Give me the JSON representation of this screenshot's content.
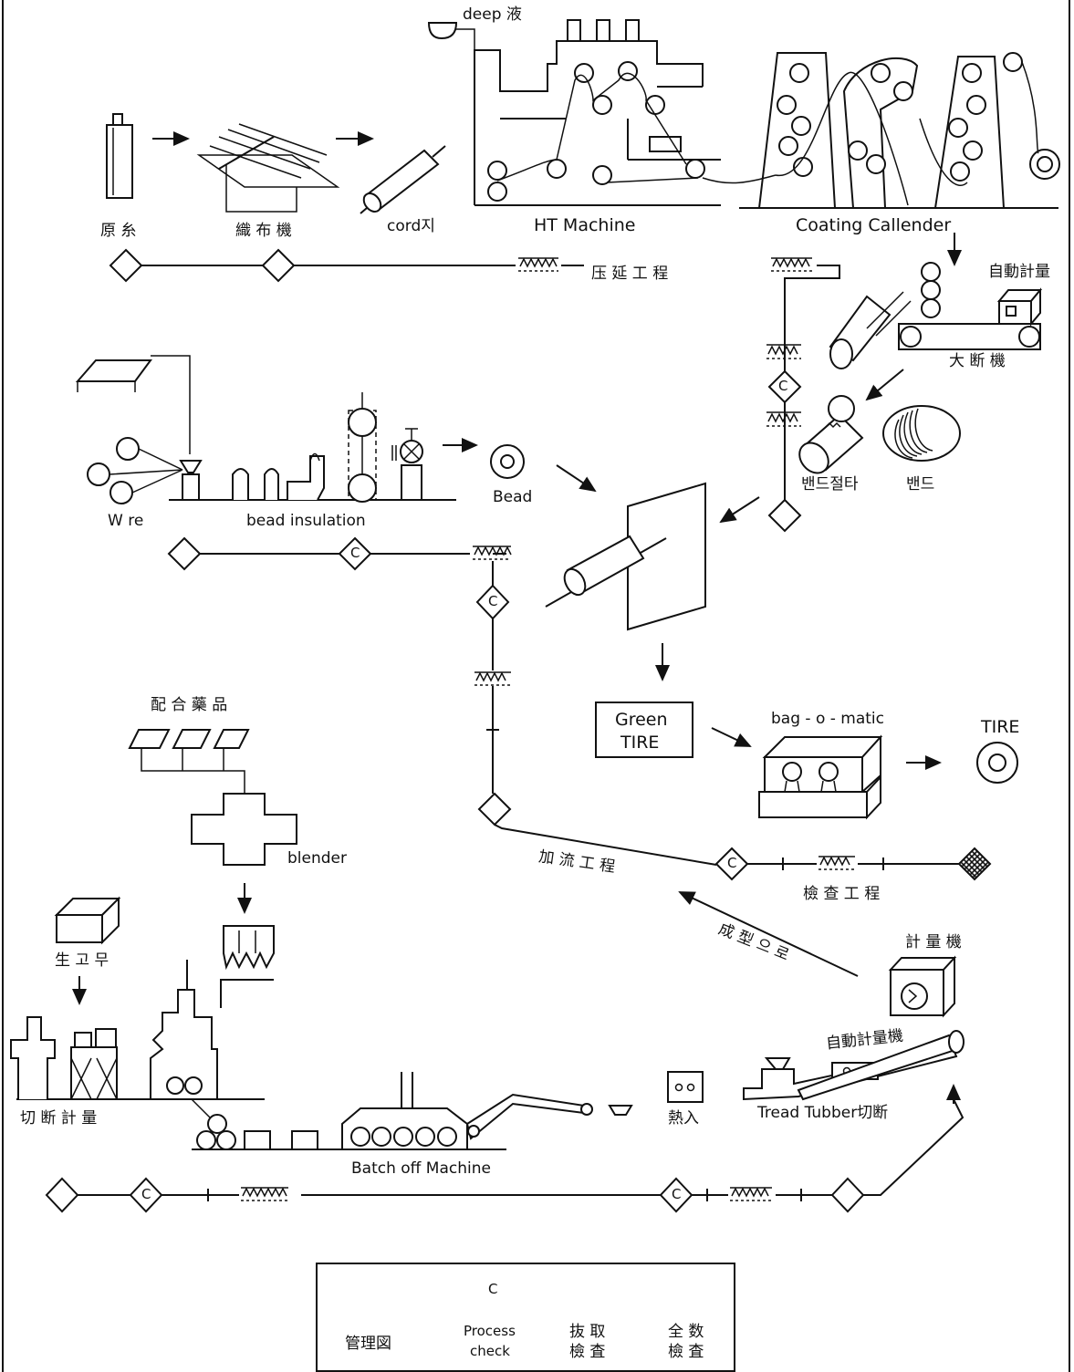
{
  "labels": {
    "deep": "deep 液",
    "raw_yarn": "原 糸",
    "weaving": "織 布 機",
    "cord": "cord지",
    "ht": "HT Machine",
    "coating": "Coating Callender",
    "rolling": "压 延 工 程",
    "auto_weigh": "自動計量",
    "big_cut": "大 断 機",
    "band_cutter": "밴드절타",
    "band": "밴드",
    "wire": "W re",
    "bead_insulation": "bead  insulation",
    "bead": "Bead",
    "compound": "配 合 藥 品",
    "green_tire_1": "Green",
    "green_tire_2": "TIRE",
    "bagomatic": "bag - o - matic",
    "tire": "TIRE",
    "blender": "blender",
    "vulcanize": "加 流 工 程",
    "inspection_process": "檢 查 工 程",
    "to_building": "成 型 으 로",
    "weigh_machine": "計 量 機",
    "raw_rubber": "生 고 무",
    "auto_weigh_machine": "自動計量機",
    "cut_weigh": "切 断 計 量",
    "heat_in": "熱入",
    "tread": "Tread  Tubber切断",
    "batch_off": "Batch off Machine"
  },
  "legend": {
    "control_chart": "管理図",
    "process_check_1": "Process",
    "process_check_2": "check",
    "sampling_1": "抜 取",
    "sampling_2": "檢 査",
    "full_1": "全 数",
    "full_2": "檢 査",
    "c_symbol": "C"
  },
  "c_mark": "C"
}
